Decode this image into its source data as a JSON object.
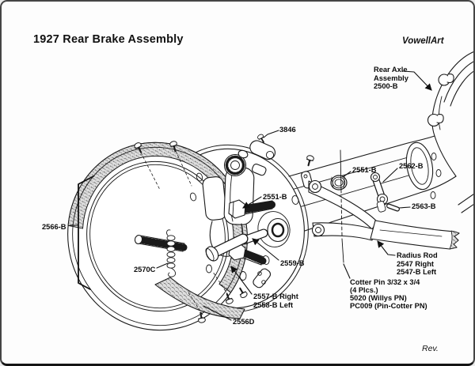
{
  "page": {
    "title": "1927 Rear Brake Assembly",
    "artist": "VowellArt",
    "rev": "Rev."
  },
  "callouts": {
    "rear_axle": {
      "line1": "Rear Axle",
      "line2": "Assembly",
      "line3": "2500-B"
    },
    "part_3846": "3846",
    "part_2551b_upper": "2551-B",
    "part_2562b": "2562-B",
    "part_2563b": "2563-B",
    "part_2551b_center": "2551-B",
    "part_2559b": "2559-B",
    "part_2566b": "2566-B",
    "part_2570c": "2570C",
    "part_2557_2558": {
      "line1": "2557-B Right",
      "line2": "2558-B Left"
    },
    "part_2556d": "2556D",
    "radius_rod": {
      "line1": "Radius Rod",
      "line2": "2547 Right",
      "line3": "2547-B Left"
    },
    "cotter_pin": {
      "line1": "Cotter Pin 3/32 x 3/4",
      "line2": "(4 Plcs.)",
      "line3": "5020 (Willys PN)",
      "line4": "PC009 (Pin-Cotter PN)"
    }
  },
  "colors": {
    "ink": "#1a1a1a",
    "paper": "#ffffff",
    "lining_gray": "#dedede"
  }
}
